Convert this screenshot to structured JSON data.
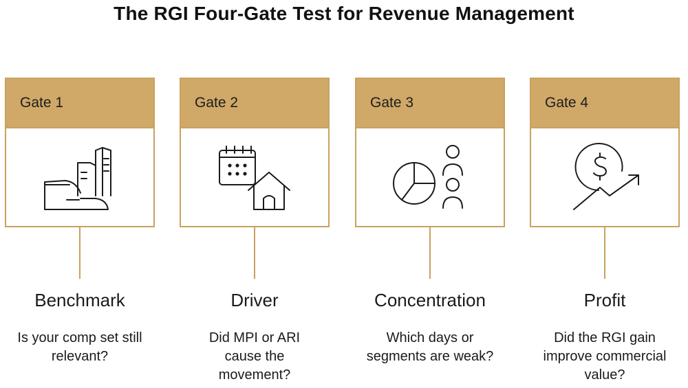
{
  "title": "The RGI Four-Gate Test for Revenue Management",
  "gates": [
    {
      "header": "Gate 1",
      "label": "Benchmark",
      "desc_lines": [
        "Is your comp set still",
        "relevant?"
      ],
      "icon": "buildings-icon"
    },
    {
      "header": "Gate 2",
      "label": "Driver",
      "desc_lines": [
        "Did MPI or ARI",
        "cause the",
        "movement?"
      ],
      "icon": "calendar-house-icon"
    },
    {
      "header": "Gate 3",
      "label": "Concentration",
      "desc_lines": [
        "Which days or",
        "segments are weak?"
      ],
      "icon": "pie-chart-people-icon"
    },
    {
      "header": "Gate 4",
      "label": "Profit",
      "desc_lines": [
        "Did the RGI gain",
        "improve commercial",
        "value?"
      ],
      "icon": "dollar-trend-icon"
    }
  ],
  "colors": {
    "header_fill": "#d0a868",
    "border": "#c9a15e",
    "icon_stroke": "#1a1a1a"
  }
}
